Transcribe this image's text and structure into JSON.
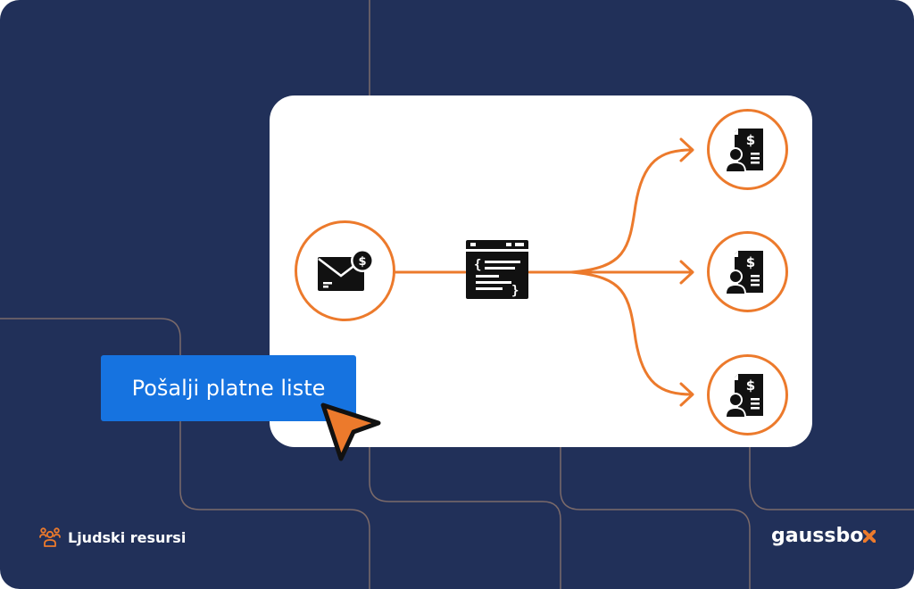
{
  "button": {
    "label": "Pošalji platne liste"
  },
  "footer": {
    "category_label": "Ljudski resursi"
  },
  "logo": {
    "main": "gauss",
    "accent": "bo"
  },
  "icons": {
    "source": "envelope-dollar-icon",
    "processor": "code-window-icon",
    "outputs": [
      "payslip-icon",
      "payslip-icon",
      "payslip-icon"
    ],
    "category": "people-group-icon",
    "pointer": "cursor-arrow-icon"
  },
  "colors": {
    "background": "#213059",
    "card": "#ffffff",
    "accent": "#ec7a2c",
    "button": "#1673e0",
    "grid_lines": "#7b6a6a"
  }
}
